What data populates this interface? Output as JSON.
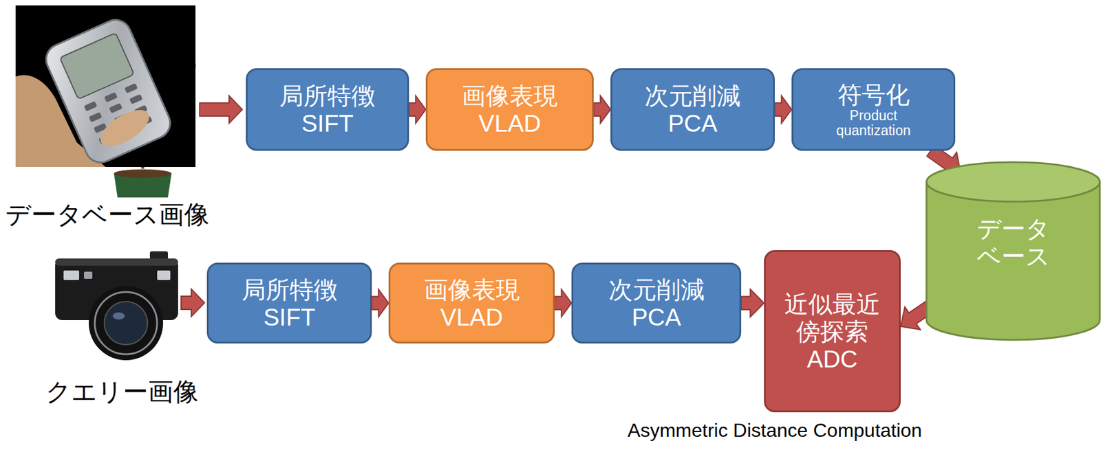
{
  "diagram": {
    "nodes": [
      {
        "text": [
          "局所特徴",
          "SIFT"
        ]
      },
      {
        "text": [
          "画像表現",
          "VLAD"
        ]
      },
      {
        "text": [
          "次元削減",
          "PCA"
        ]
      },
      {
        "text": [
          "符号化",
          "Product quantization"
        ]
      },
      {
        "text": [
          "データ ベース"
        ]
      },
      {
        "text": [
          "局所特徴",
          "SIFT"
        ]
      },
      {
        "text": [
          "画像表現",
          "VLAD"
        ]
      },
      {
        "text": [
          "次元削減",
          "PCA"
        ]
      },
      {
        "text": [
          "近似最近 傍探索",
          "ADC"
        ]
      }
    ],
    "edges": [
      {
        "from": 0,
        "to": 1,
        "arrow": "to"
      },
      {
        "from": 1,
        "to": 2,
        "arrow": "to"
      },
      {
        "from": 2,
        "to": 3,
        "arrow": "to"
      },
      {
        "from": 3,
        "to": 4,
        "arrow": "to"
      },
      {
        "from": 5,
        "to": 6,
        "arrow": "to"
      },
      {
        "from": 6,
        "to": 7,
        "arrow": "to"
      },
      {
        "from": 7,
        "to": 8,
        "arrow": "to"
      },
      {
        "from": 8,
        "to": 4,
        "arrow": "both"
      }
    ],
    "labels": [
      "データベース画像",
      "クエリー画像",
      "Asymmetric Distance Computation"
    ]
  }
}
